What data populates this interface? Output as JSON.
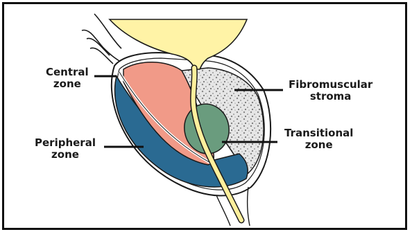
{
  "labels": {
    "central": {
      "line1": "Central",
      "line2": "zone"
    },
    "peripheral": {
      "line1": "Peripheral",
      "line2": "zone"
    },
    "fibromuscular": {
      "line1": "Fibromuscular",
      "line2": "stroma"
    },
    "transitional": {
      "line1": "Transitional",
      "line2": "zone"
    }
  },
  "colors": {
    "bladder": "#fff3a6",
    "central_zone": "#f19a88",
    "peripheral_zone": "#2a6a92",
    "transitional_zone": "#6a9c7e",
    "stroma": "#e3e3e3",
    "urethra": "#ffef9c",
    "outline": "#1a1a1a"
  }
}
